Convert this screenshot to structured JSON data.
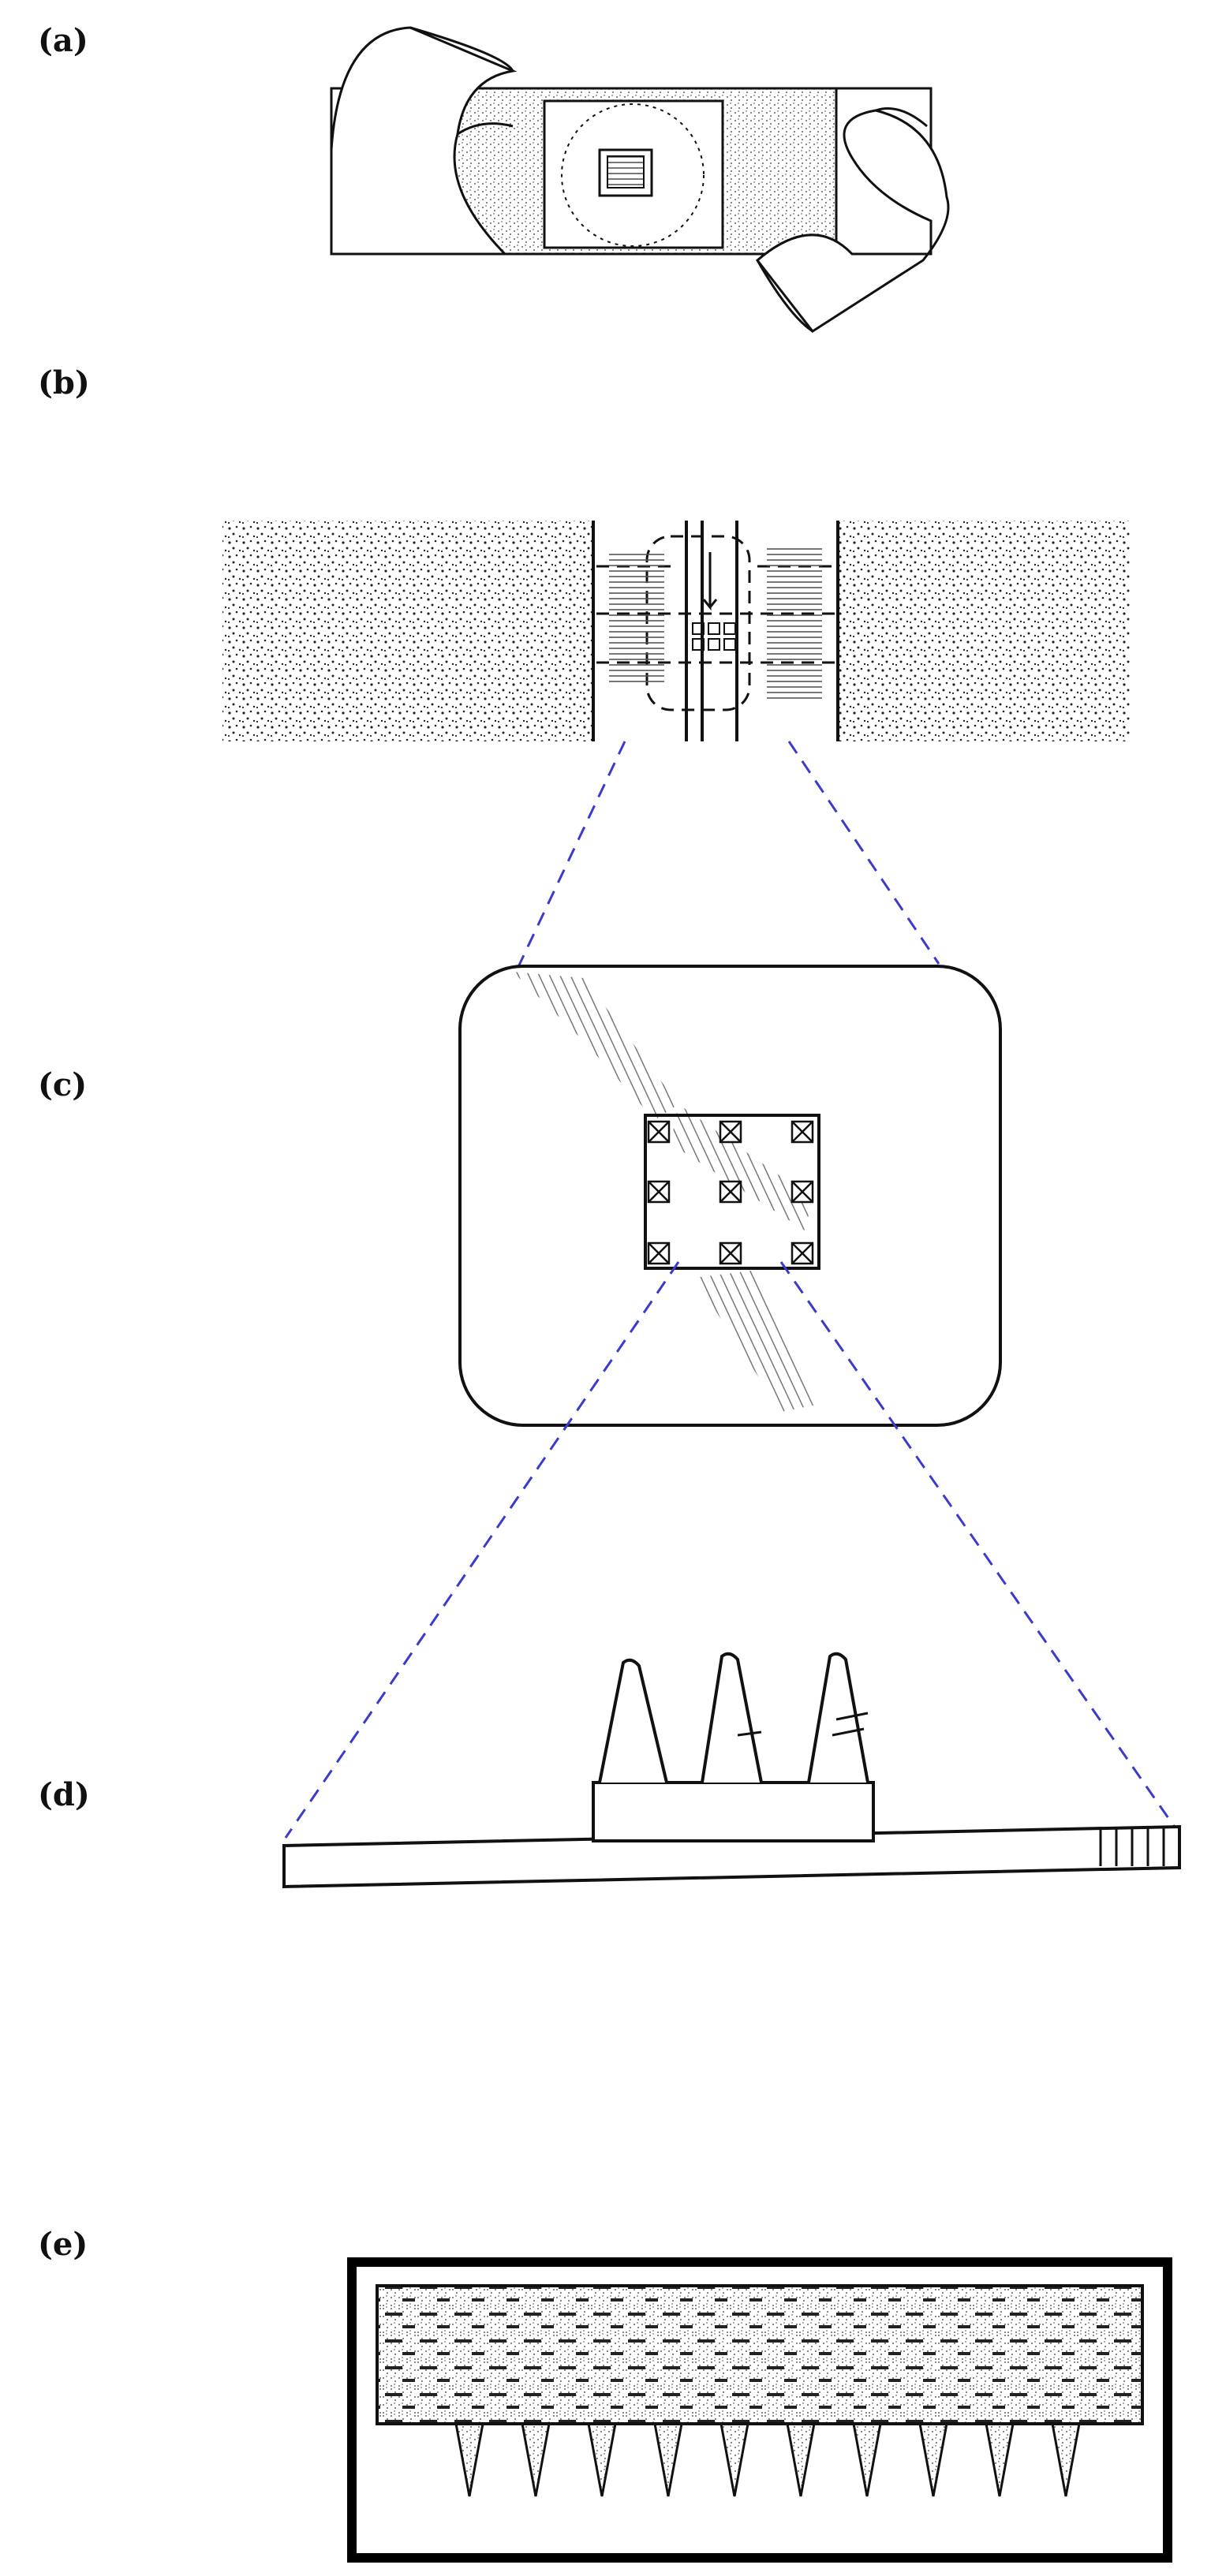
{
  "panels": [
    {
      "label": "(a)"
    },
    {
      "label": "(b)"
    },
    {
      "label": "(c)"
    },
    {
      "label": "(d)"
    },
    {
      "label": "(e)"
    }
  ],
  "colors": {
    "ink": "#111111",
    "zoom_lines": "#3a3acc",
    "hatch": "#777777",
    "frame": "#000000"
  }
}
